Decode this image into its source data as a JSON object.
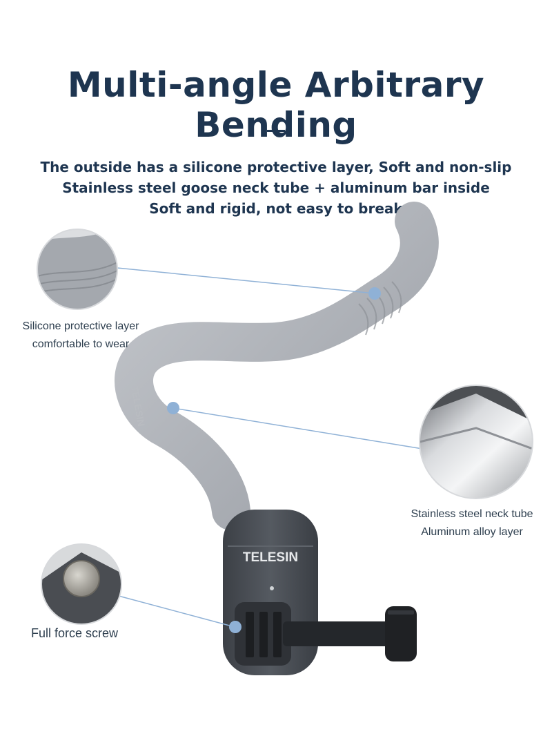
{
  "title": "Multi-angle Arbitrary Bending",
  "description": [
    "The outside has a silicone protective layer, Soft and non-slip",
    "Stainless steel goose neck tube + aluminum bar inside",
    "Soft and rigid, not easy to break"
  ],
  "callouts": {
    "silicone": [
      "Silicone protective layer",
      "comfortable to wear"
    ],
    "steel": [
      "Stainless steel neck tube",
      "Aluminum alloy layer"
    ],
    "screw": "Full force screw"
  },
  "product": {
    "brand_logo": "TELESIN",
    "neck_embossing": "TELESIN"
  },
  "colors": {
    "title": "#1e3550",
    "silicone": "#a9adb3",
    "marker": "#8fb1d6",
    "mount_body": "#4a4e55",
    "screw_knob": "#1f2124"
  }
}
